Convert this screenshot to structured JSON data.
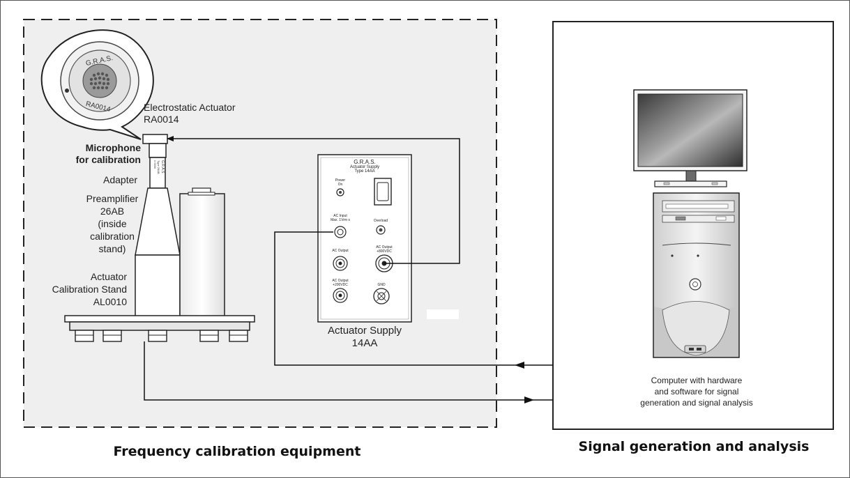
{
  "left_group": {
    "title": "Frequency calibration equipment",
    "actuator_label_line1": "Electrostatic Actuator",
    "actuator_label_line2": "RA0014",
    "microphone_label_line1": "Microphone",
    "microphone_label_line2": "for calibration",
    "adapter_label": "Adapter",
    "preamp_label_line1": "Preamplifier",
    "preamp_label_line2": "26AB",
    "preamp_label_line3": "(inside",
    "preamp_label_line4": "calibration",
    "preamp_label_line5": "stand)",
    "stand_label_line1": "Actuator",
    "stand_label_line2": "Calibration Stand",
    "stand_label_line3": "AL0010",
    "bubble_text_top": "G.R.A.S.",
    "bubble_text_bottom": "RA0014",
    "preamp_body_text_1": "G.R.A.S.",
    "preamp_body_text_2": "Type 26AB",
    "preamp_body_text_3": "# 0000"
  },
  "actuator_supply": {
    "brand": "G.R.A.S.",
    "name_line1": "Actuator Supply",
    "name_line2": "Type 14AA",
    "power_label_1": "Power",
    "power_label_2": "On",
    "ac_input_label_1": "AC Input",
    "ac_input_label_2": "Max. 1Vrm s",
    "overload_label": "Overload",
    "ac_output_label": "AC Output",
    "ac_output_bias_1": "AC Output",
    "ac_output_bias_2": "+800VDC",
    "ac_output_bias2_1": "AC Output",
    "ac_output_bias2_2": "+200VDC",
    "gnd_label": "GND",
    "caption_line1": "Actuator Supply",
    "caption_line2": "14AA"
  },
  "right_group": {
    "title": "Signal generation and analysis",
    "computer_line1": "Computer with hardware",
    "computer_line2": "and software for signal",
    "computer_line3": "generation and signal analysis"
  }
}
